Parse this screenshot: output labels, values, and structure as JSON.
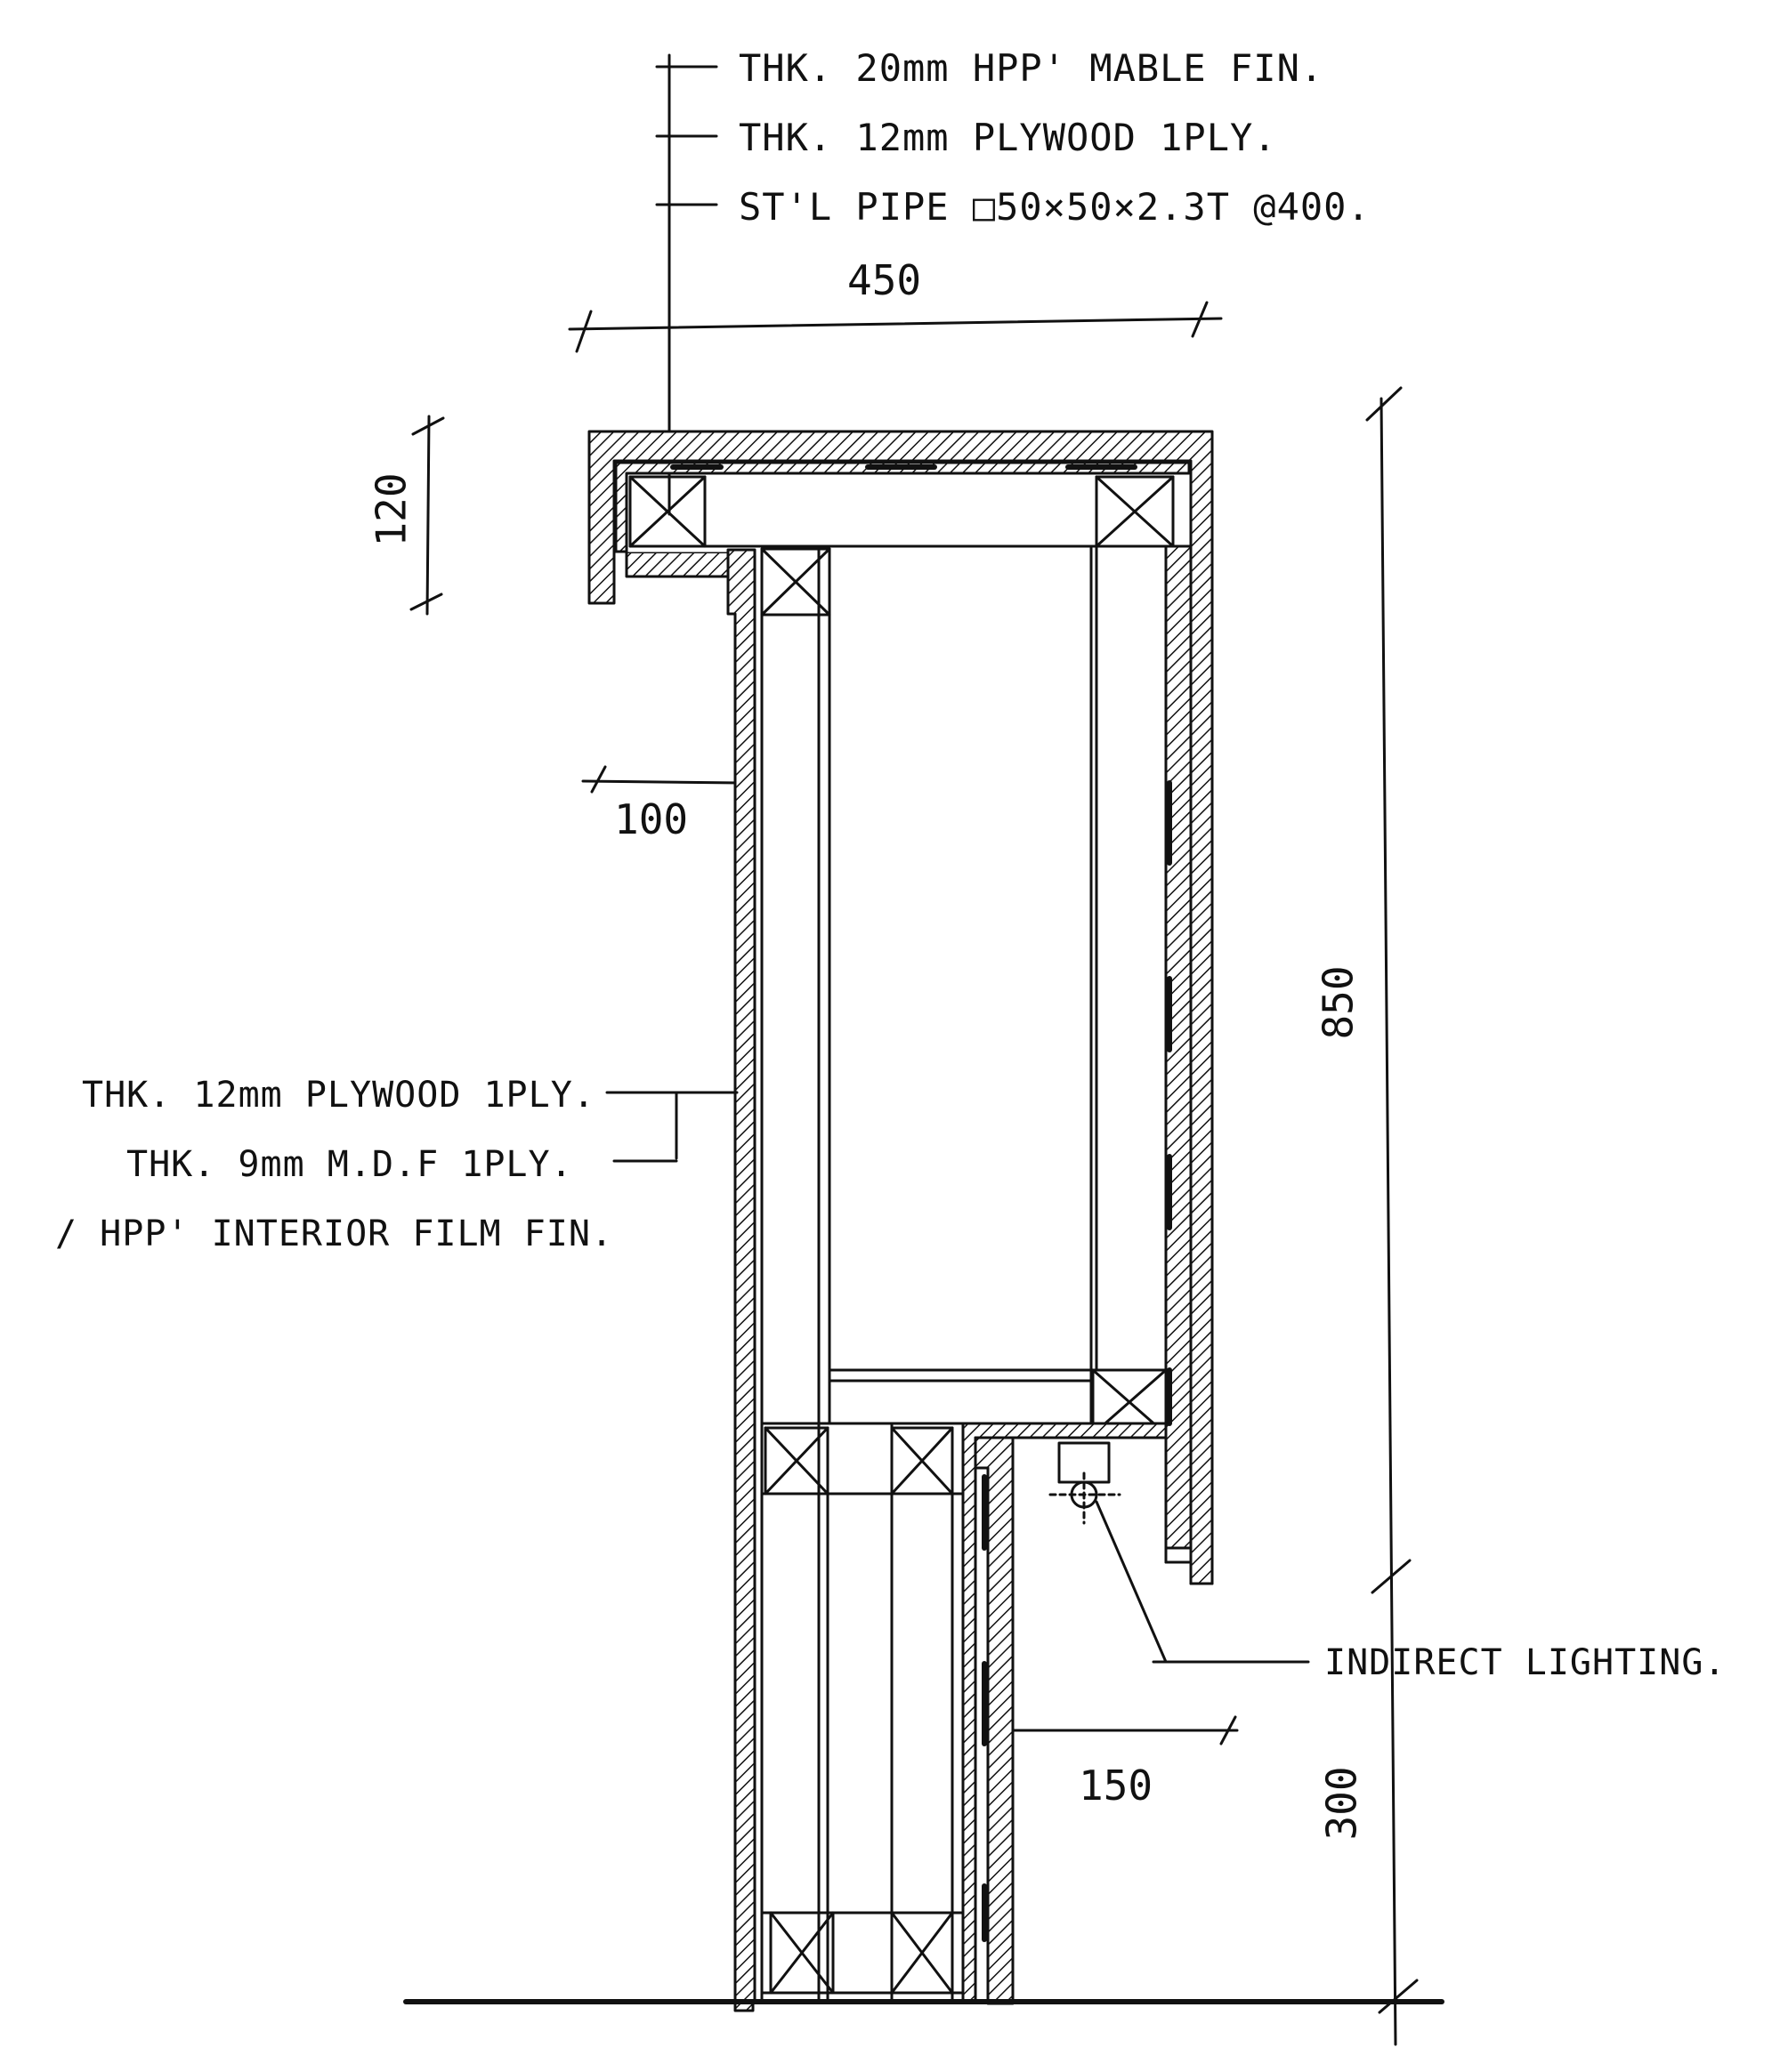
{
  "annotations": {
    "top_notes": [
      "THK. 20mm HPP' MABLE FIN.",
      "THK. 12mm PLYWOOD 1PLY.",
      "ST'L PIPE □50×50×2.3T @400."
    ],
    "side_notes": [
      "THK. 12mm PLYWOOD 1PLY.",
      "THK. 9mm M.D.F 1PLY.",
      "/ HPP' INTERIOR FILM FIN."
    ],
    "lighting_note": "INDIRECT LIGHTING."
  },
  "dimensions": {
    "top_width": "450",
    "top_thickness": "120",
    "left_offset": "100",
    "upper_height": "850",
    "lower_height": "300",
    "recess_depth": "150"
  },
  "colors": {
    "ink": "#111111",
    "paper": "#ffffff"
  }
}
